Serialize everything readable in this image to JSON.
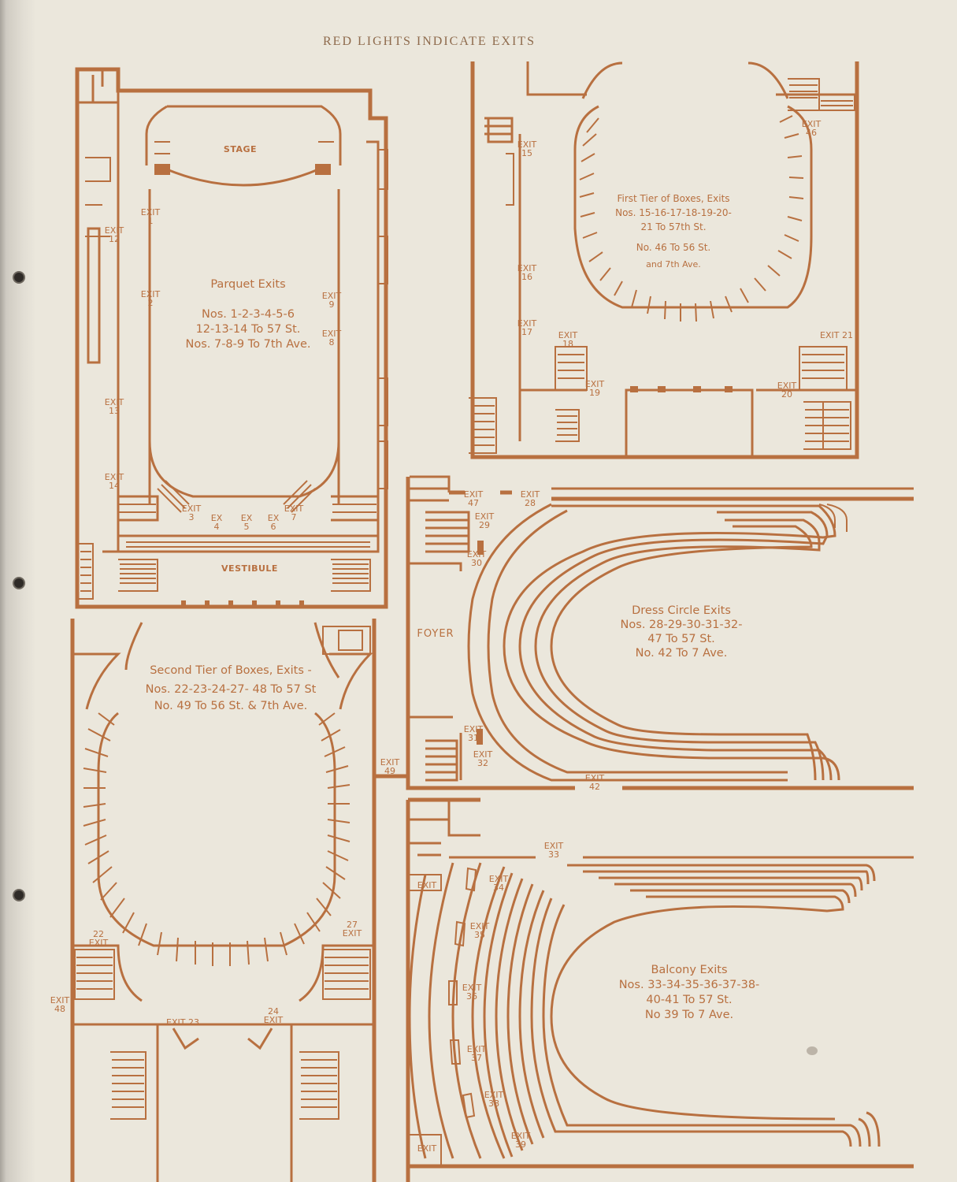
{
  "header": {
    "title": "RED LIGHTS INDICATE EXITS"
  },
  "colors": {
    "ink": "#b87040",
    "paper": "#ebe7dc"
  },
  "parquet": {
    "stage": "STAGE",
    "vestibule": "VESTIBULE",
    "heading": "Parquet Exits",
    "line1": "Nos. 1-2-3-4-5-6",
    "line2": "12-13-14 To 57 St.",
    "line3": "Nos. 7-8-9 To 7th Ave.",
    "exits": {
      "e1": "EXIT\n1",
      "e2": "EXIT\n2",
      "e3": "EXIT\n3",
      "e4": "EX\n4",
      "e5": "EX\n5",
      "e6": "EX\n6",
      "e7": "EXIT\n7",
      "e8": "EXIT\n8",
      "e9": "EXIT\n9",
      "e12": "EXIT\n12",
      "e13": "EXIT\n13",
      "e14": "EXIT\n14"
    }
  },
  "first_tier": {
    "heading": "First Tier of Boxes, Exits",
    "line1": "Nos. 15-16-17-18-19-20-",
    "line2": "21 To 57th St.",
    "line3": "No. 46 To 56 St.",
    "line4": "and 7th Ave.",
    "exits": {
      "e15": "EXIT\n15",
      "e16": "EXIT\n16",
      "e17": "EXIT\n17",
      "e18": "EXIT\n18",
      "e19": "EXIT\n19",
      "e20": "EXIT\n20",
      "e21": "EXIT 21",
      "e46": "EXIT\n46"
    }
  },
  "second_tier": {
    "heading": "Second Tier of Boxes, Exits -",
    "line1": "Nos. 22-23-24-27- 48 To 57 St",
    "line2": "No. 49 To 56 St. & 7th Ave.",
    "exits": {
      "e22": "22\nEXIT",
      "e23": "EXIT 23",
      "e24": "24\nEXIT",
      "e27": "27\nEXIT",
      "e48": "EXIT\n48",
      "e49": "EXIT\n49"
    }
  },
  "dress_circle": {
    "foyer": "FOYER",
    "heading": "Dress Circle Exits",
    "line1": "Nos. 28-29-30-31-32-",
    "line2": "47 To 57 St.",
    "line3": "No. 42 To 7 Ave.",
    "exits": {
      "e28": "EXIT\n28",
      "e29": "EXIT\n29",
      "e30": "EXIT\n30",
      "e31": "EXIT\n31",
      "e32": "EXIT\n32",
      "e42": "EXIT\n42",
      "e47": "EXIT\n47"
    }
  },
  "balcony": {
    "heading": "Balcony Exits",
    "line1": "Nos. 33-34-35-36-37-38-",
    "line2": "40-41 To 57 St.",
    "line3": "No 39 To 7 Ave.",
    "exits": {
      "e33": "EXIT\n33",
      "e34": "EXIT\n34",
      "e35": "EXIT\n35",
      "e36": "EXIT\n36",
      "e37": "EXIT\n37",
      "e38": "EXIT\n38",
      "e39": "EXIT\n39",
      "eTop": "EXIT",
      "eBottom": "EXIT"
    }
  }
}
